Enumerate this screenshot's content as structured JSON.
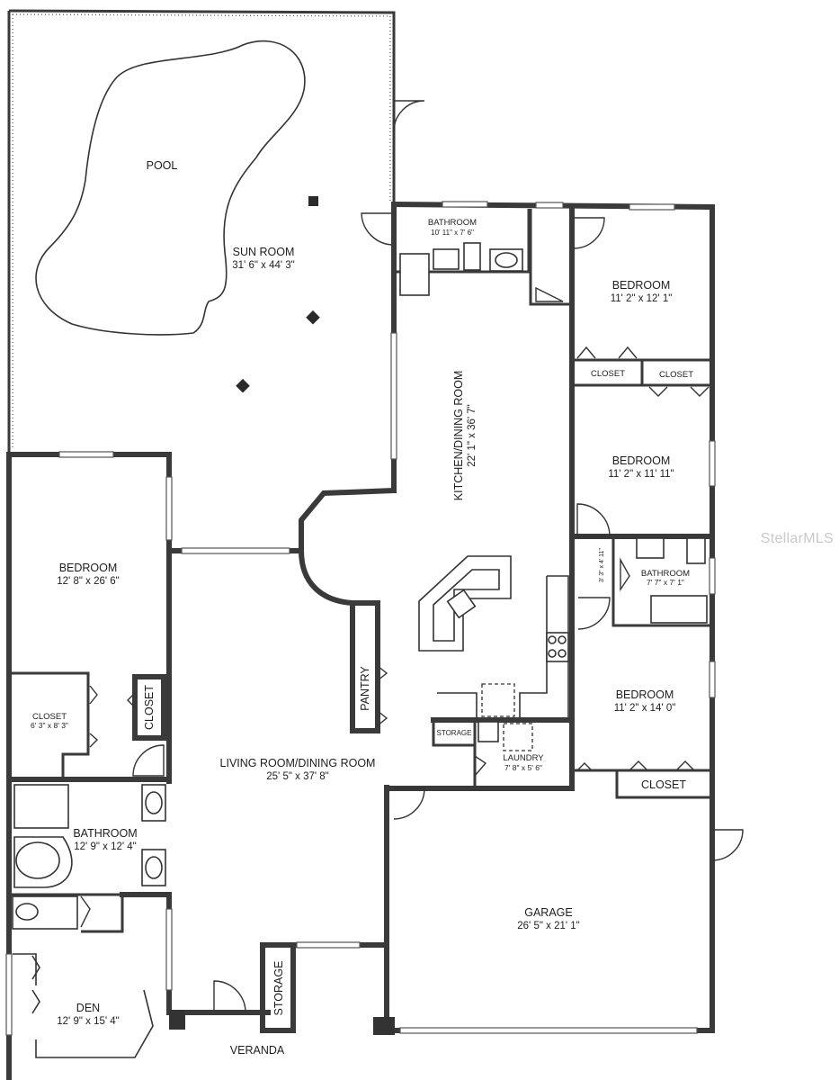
{
  "rooms": {
    "pool": {
      "name": "POOL"
    },
    "sun_room": {
      "name": "SUN ROOM",
      "dims": "31' 6\" x 44' 3\""
    },
    "bathroom_top": {
      "name": "BATHROOM",
      "dims": "10' 11\" x 7' 6\""
    },
    "bedroom_ne": {
      "name": "BEDROOM",
      "dims": "11' 2\" x 12' 1\""
    },
    "closet_ne_1": {
      "name": "CLOSET"
    },
    "closet_ne_2": {
      "name": "CLOSET"
    },
    "bedroom_e": {
      "name": "BEDROOM",
      "dims": "11' 2\" x 11' 11\""
    },
    "kitchen": {
      "name": "KITCHEN/DINING ROOM",
      "dims": "22' 1\" x 36' 7\""
    },
    "hall_dims": {
      "dims": "3' 3\" x 4' 11\""
    },
    "bathroom_e": {
      "name": "BATHROOM",
      "dims": "7' 7\" x 7' 1\""
    },
    "bedroom_w": {
      "name": "BEDROOM",
      "dims": "12' 8\" x 26' 6\""
    },
    "closet_w": {
      "name": "CLOSET",
      "dims": "6' 3\" x 8' 3\""
    },
    "closet_w_side": {
      "name": "CLOSET"
    },
    "pantry": {
      "name": "PANTRY"
    },
    "storage_kitchen": {
      "name": "STORAGE"
    },
    "laundry": {
      "name": "LAUNDRY",
      "dims": "7' 8\" x 5' 6\""
    },
    "bedroom_se": {
      "name": "BEDROOM",
      "dims": "11' 2\" x 14' 0\""
    },
    "closet_se": {
      "name": "CLOSET"
    },
    "living": {
      "name": "LIVING ROOM/DINING ROOM",
      "dims": "25' 5\" x 37' 8\""
    },
    "bathroom_w": {
      "name": "BATHROOM",
      "dims": "12' 9\" x 12' 4\""
    },
    "garage": {
      "name": "GARAGE",
      "dims": "26' 5\" x 21' 1\""
    },
    "den": {
      "name": "DEN",
      "dims": "12' 9\" x 15' 4\""
    },
    "storage_front": {
      "name": "STORAGE"
    },
    "veranda": {
      "name": "VERANDA"
    }
  },
  "watermark": "StellarMLS",
  "colors": {
    "wall": "#3a3a3a",
    "background": "#ffffff",
    "watermark": "#c9c9c9"
  }
}
